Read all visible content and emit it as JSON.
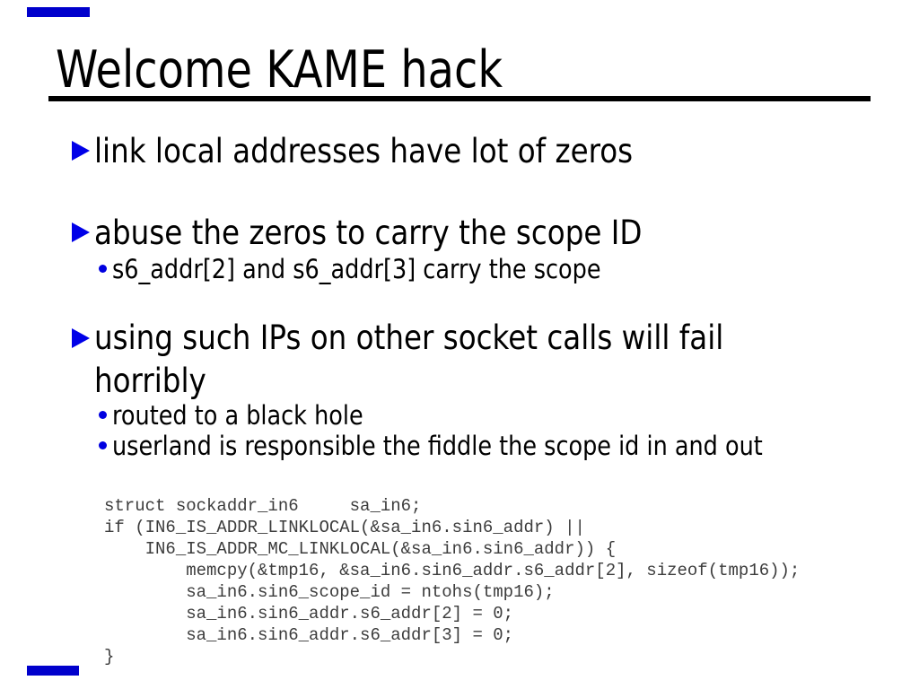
{
  "slide": {
    "title": "Welcome KAME hack",
    "colors": {
      "background": "#ffffff",
      "title_text": "#000000",
      "title_underline": "#000000",
      "decor_bar": "#0000cc",
      "bullet_marker": "#0000e8",
      "body_text": "#000000",
      "code_text": "#3c3c3c"
    },
    "bullets": [
      {
        "level": 1,
        "text": "link local addresses have lot of zeros"
      },
      {
        "level": 1,
        "text": "abuse the zeros to carry the scope ID"
      },
      {
        "level": 2,
        "text": "s6_addr[2] and s6_addr[3] carry the scope"
      },
      {
        "level": 1,
        "lines": [
          "using such IPs on other socket calls will fail",
          "horribly"
        ]
      },
      {
        "level": 2,
        "text": "routed to a black hole"
      },
      {
        "level": 2,
        "text": "userland is responsible the fiddle the scope id in and out"
      }
    ],
    "code": {
      "lines": [
        "struct sockaddr_in6     sa_in6;",
        "if (IN6_IS_ADDR_LINKLOCAL(&sa_in6.sin6_addr) ||",
        "    IN6_IS_ADDR_MC_LINKLOCAL(&sa_in6.sin6_addr)) {",
        "        memcpy(&tmp16, &sa_in6.sin6_addr.s6_addr[2], sizeof(tmp16));",
        "        sa_in6.sin6_scope_id = ntohs(tmp16);",
        "        sa_in6.sin6_addr.s6_addr[2] = 0;",
        "        sa_in6.sin6_addr.s6_addr[3] = 0;",
        "}"
      ]
    }
  }
}
